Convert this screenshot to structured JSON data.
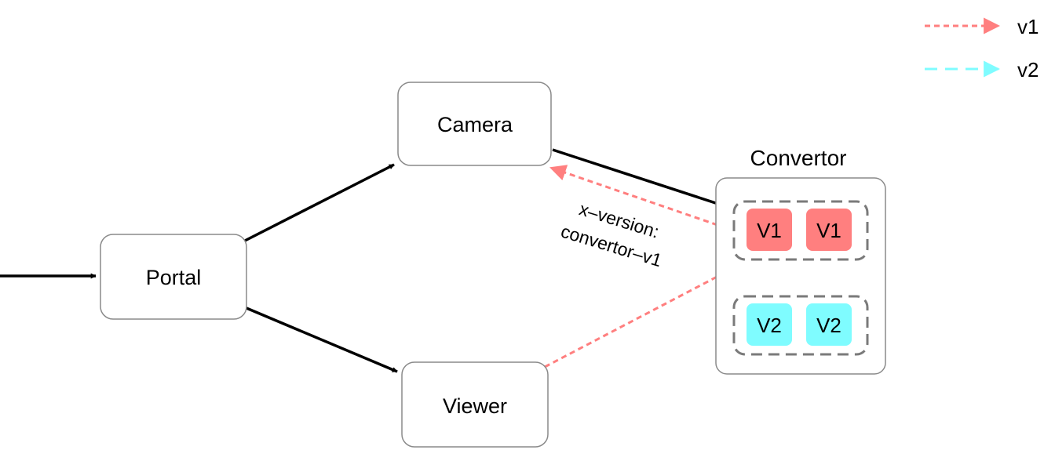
{
  "colors": {
    "v1": "#ff7f7f",
    "v2": "#7ffcff",
    "edge": "#000000",
    "border": "#8a8a8a"
  },
  "nodes": {
    "portal": "Portal",
    "camera": "Camera",
    "viewer": "Viewer"
  },
  "convertor": {
    "title": "Convertor",
    "v1_pods": [
      "V1",
      "V1"
    ],
    "v2_pods": [
      "V2",
      "V2"
    ]
  },
  "annotation": {
    "line1": "x–version:",
    "line2": "convertor–v1"
  },
  "legend": [
    {
      "label": "v1",
      "color": "#ff7f7f",
      "style": "short-dash"
    },
    {
      "label": "v2",
      "color": "#7ffcff",
      "style": "long-dash"
    }
  ]
}
